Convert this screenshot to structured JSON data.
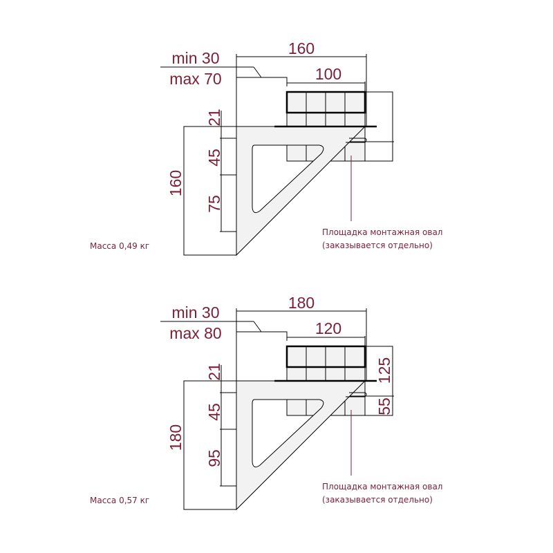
{
  "drawings": [
    {
      "width": "160",
      "inner_width": "100",
      "min": "min 30",
      "max": "max 70",
      "top_gap": "21",
      "upper": "45",
      "lower": "75",
      "height": "160",
      "right_top": "",
      "right_bottom": "",
      "mass": "Масса 0,49 кг",
      "note1": "Площадка монтажная овал",
      "note2": "(заказывается отдельно)"
    },
    {
      "width": "180",
      "inner_width": "120",
      "min": "min 30",
      "max": "max 80",
      "top_gap": "21",
      "upper": "45",
      "lower": "95",
      "height": "180",
      "right_top": "125",
      "right_bottom": "55",
      "mass": "Масса 0,57 кг",
      "note1": "Площадка монтажная овал",
      "note2": "(заказывается отдельно)"
    }
  ],
  "colors": {
    "text": "#7b1f35",
    "fill": "#f2f2f2"
  }
}
